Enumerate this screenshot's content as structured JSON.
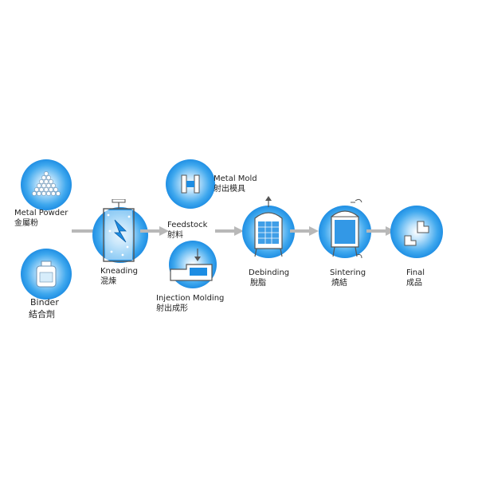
{
  "steps": {
    "metal_powder": {
      "en": "Metal Powder",
      "zh": "金屬粉"
    },
    "binder": {
      "en": "Binder",
      "zh": "結合劑"
    },
    "kneading": {
      "en": "Kneading",
      "zh": "混煉"
    },
    "feedstock": {
      "en": "Feedstock",
      "zh": "射料"
    },
    "metal_mold": {
      "en": "Metal Mold",
      "zh": "射出模具"
    },
    "injection_molding": {
      "en": "Injection Molding",
      "zh": "射出成形"
    },
    "debinding": {
      "en": "Debinding",
      "zh": "脫脂"
    },
    "sintering": {
      "en": "Sintering",
      "zh": "燒結"
    },
    "final": {
      "en": "Final",
      "zh": "成品"
    }
  },
  "colors": {
    "accent": "#1d8de3",
    "arrow": "#b8b8b8",
    "icon": "#ffffff"
  }
}
